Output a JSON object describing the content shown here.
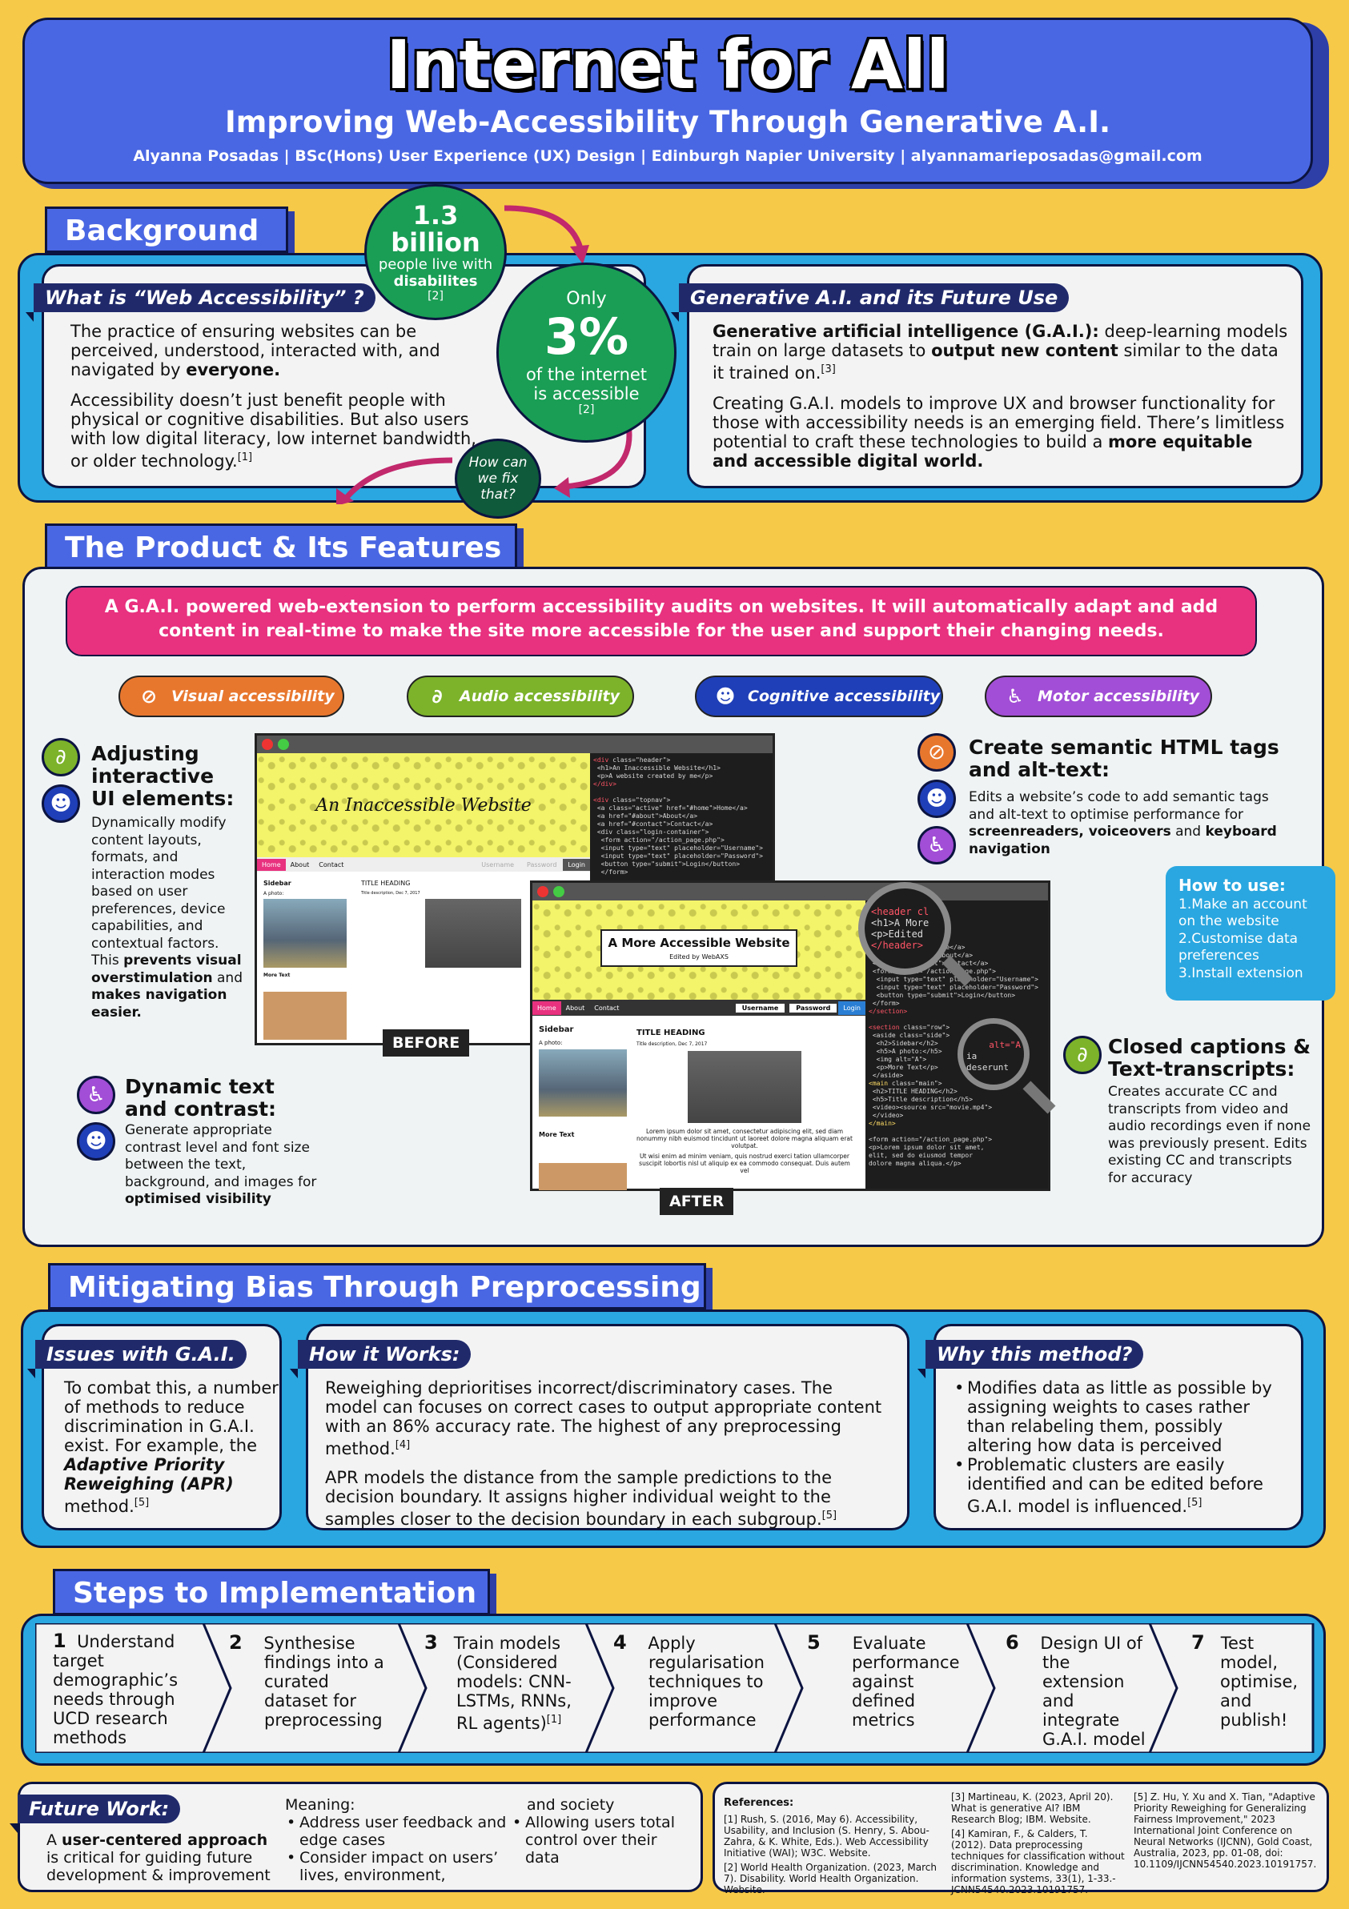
{
  "header": {
    "title": "Internet for All",
    "subtitle": "Improving Web-Accessibility Through Generative A.I.",
    "byline": "Alyanna Posadas | BSc(Hons) User Experience (UX) Design | Edinburgh Napier University | alyannamarieposadas@gmail.com"
  },
  "background": {
    "tab": "Background",
    "stat1": {
      "num": "1.3",
      "unit": "billion",
      "l1": "people live with",
      "l2": "disabilites",
      "ref": "[2]"
    },
    "stat2": {
      "pre": "Only",
      "num": "3%",
      "l1": "of the internet",
      "l2": "is accessible",
      "ref": "[2]"
    },
    "question": {
      "l1": "How can",
      "l2": "we fix",
      "l3": "that?"
    },
    "wa": {
      "label": "What is “Web Accessibility” ?",
      "p1a": "The practice of ensuring websites can be perceived, understood, interacted with, and navigated by ",
      "p1b": "everyone.",
      "p2": "Accessibility doesn’t just benefit people with physical or cognitive disabilities. But also users with low digital literacy, low internet bandwidth, or older technology.",
      "p2ref": "[1]"
    },
    "gai": {
      "label": "Generative A.I. and its Future Use",
      "p1a": "Generative artificial intelligence (G.A.I.):",
      "p1b": " deep-learning models train on large datasets to ",
      "p1c": "output new content",
      "p1d": " similar to the data it trained on.",
      "p1ref": "[3]",
      "p2a": "Creating G.A.I. models to improve UX and browser functionality for those with accessibility needs is an emerging field. There’s limitless potential to craft these technologies to build a ",
      "p2b": "more equitable and accessible digital world."
    }
  },
  "product": {
    "tab": "The Product & Its Features",
    "banner": "A G.A.I. powered web-extension to perform accessibility audits on websites. It will automatically adapt and add content in real-time to make the site more accessible for the user and support their changing needs.",
    "pills": [
      {
        "label": "Visual accessibility",
        "color": "#e8772e",
        "icon": "eye-slash-icon",
        "glyph": "⊘"
      },
      {
        "label": "Audio accessibility",
        "color": "#7cb32a",
        "icon": "ear-icon",
        "glyph": "∂"
      },
      {
        "label": "Cognitive accessibility",
        "color": "#1f3fb8",
        "icon": "brain-head-icon",
        "glyph": "☻"
      },
      {
        "label": "Motor accessibility",
        "color": "#a24ed6",
        "icon": "wheelchair-icon",
        "glyph": "♿"
      }
    ],
    "f1": {
      "title": "Adjusting interactive UI elements:",
      "desc1": "Dynamically modify content layouts, formats, and interaction modes based on user preferences, device capabilities, and contextual factors. This ",
      "desc2": "prevents visual overstimulation",
      "desc3": " and ",
      "desc4": "makes navigation easier."
    },
    "f2": {
      "title": "Dynamic text and contrast:",
      "desc1": "Generate appropriate contrast level and font size between the text, background, and images for ",
      "desc2": "optimised visibility"
    },
    "f3": {
      "title": "Create semantic HTML tags and alt-text:",
      "desc1": "Edits a website’s code to add semantic tags and alt-text to optimise performance for ",
      "desc2": "screenreaders, voiceovers",
      "desc3": " and ",
      "desc4": "keyboard navigation"
    },
    "f4": {
      "title": "Closed captions & Text-transcripts:",
      "desc": "Creates accurate CC and transcripts from video and audio recordings even if none was previously present. Edits existing CC and transcripts for accuracy"
    },
    "howto": {
      "title": "How to use:",
      "steps": [
        "1.Make an account on the website",
        "2.Customise data preferences",
        "3.Install extension"
      ]
    },
    "before": {
      "tag": "BEFORE",
      "site_title": "An Inaccessible Website",
      "nav": [
        "Home",
        "About",
        "Contact"
      ],
      "user": "Username",
      "pass": "Password",
      "login": "Login",
      "sidebar": "Sidebar",
      "photo": "A photo:",
      "heading": "TITLE HEADING",
      "desc": "Title description, Dec 7, 2017",
      "more": "More Text"
    },
    "after": {
      "tag": "AFTER",
      "site_title": "A More Accessible Website",
      "site_sub": "Edited by WebAXS",
      "nav": [
        "Home",
        "About",
        "Contact"
      ],
      "user": "Username",
      "pass": "Password",
      "login": "Login",
      "sidebar": "Sidebar",
      "photo": "A photo:",
      "heading": "TITLE HEADING",
      "desc": "Title description, Dec 7, 2017",
      "more": "More Text",
      "lorem": "Lorem ipsum dolor sit amet, consectetur adipiscing elit, sed diam nonummy nibh euismod tincidunt ut laoreet dolore magna aliquam erat volutpat.",
      "lorem2": "Ut wisi enim ad minim veniam, quis nostrud exerci tation ullamcorper suscipit lobortis nisl ut aliquip ex ea commodo consequat. Duis autem vel"
    },
    "magnify": {
      "m1": "<header cl",
      "m2": "<h1>A More",
      "m3": "<p>Edited",
      "m4": "</header>",
      "m5": "alt=\"A",
      "m6": "ia deserunt"
    }
  },
  "bias": {
    "tab": "Mitigating Bias Through Preprocessing",
    "issues": {
      "label": "Issues with G.A.I.",
      "t1": "To combat this, a number of methods to reduce discrimination in G.A.I. exist. For example, the ",
      "t2": "Adaptive Priority Reweighing (APR)",
      "t3": " method.",
      "ref": "[5]"
    },
    "how": {
      "label": "How it Works:",
      "p1": "Reweighing deprioritises incorrect/discriminatory cases. The model can focuses on correct cases to output appropriate content with an 86% accuracy rate. The highest of any preprocessing method.",
      "p1ref": "[4]",
      "p2": "APR models the distance from the sample predictions to the decision boundary. It assigns higher individual weight to the samples closer to the decision boundary in each subgroup.",
      "p2ref": "[5]"
    },
    "why": {
      "label": "Why this method?",
      "b1": "Modifies data as little as possible by assigning weights to cases rather than relabeling them, possibly altering how data is perceived",
      "b2": "Problematic clusters are easily identified and can be edited before G.A.I. model is influenced.",
      "b2ref": "[5]"
    }
  },
  "steps": {
    "tab": "Steps to Implementation",
    "items": [
      {
        "n": "1",
        "text": "Understand target demographic’s needs through UCD research methods",
        "ref": ""
      },
      {
        "n": "2",
        "text": "Synthesise findings into a curated dataset for preprocessing",
        "ref": ""
      },
      {
        "n": "3",
        "text": "Train models (Considered models: CNN-LSTMs, RNNs, RL agents)",
        "ref": "[1]"
      },
      {
        "n": "4",
        "text": "Apply regularisation techniques to improve performance",
        "ref": ""
      },
      {
        "n": "5",
        "text": "Evaluate performance against defined metrics",
        "ref": ""
      },
      {
        "n": "6",
        "text": "Design UI of the extension and integrate G.A.I. model",
        "ref": ""
      },
      {
        "n": "7",
        "text": "Test model, optimise, and publish!",
        "ref": ""
      }
    ]
  },
  "future": {
    "label": "Future Work:",
    "t1": "A ",
    "t2": "user-centered approach",
    "t3": " is critical for guiding future development & improvement",
    "meaning": "Meaning:",
    "b1": "Address user feedback and edge cases",
    "b2": "Consider impact on users’ lives, environment,",
    "b2cont": "and society",
    "b3": "Allowing users total control over their data"
  },
  "refs": {
    "title": "References:",
    "r1": "[1] Rush, S. (2016, May 6). Accessibility, Usability, and Inclusion (S. Henry, S. Abou-Zahra, & K. White, Eds.). Web Accessibility Initiative (WAI); W3C. Website.",
    "r2": "[2] World Health Organization. (2023, March 7). Disability. World Health Organization. Website.",
    "r3": "[3] Martineau, K. (2023, April 20). What is generative AI? IBM Research Blog; IBM. Website.",
    "r4": "[4] Kamiran, F., & Calders, T. (2012). Data preprocessing techniques for classification without discrimination. Knowledge and information systems, 33(1), 1-33.- JCNN54540.2023.10191757.",
    "r5": "[5] Z. Hu, Y. Xu and X. Tian, \"Adaptive Priority Reweighing for Generalizing Fairness Improvement,\" 2023 International Joint Conference on Neural Networks (IJCNN), Gold Coast, Australia, 2023, pp. 01-08, doi: 10.1109/IJCNN54540.2023.10191757."
  }
}
